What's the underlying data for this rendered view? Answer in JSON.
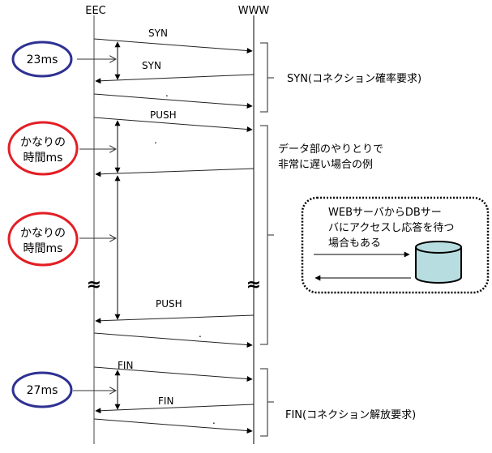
{
  "diagram": {
    "type": "sequence",
    "lifelines": [
      {
        "id": "eec",
        "label": "EEC"
      },
      {
        "id": "www",
        "label": "WWW"
      }
    ],
    "messages": [
      {
        "label": "SYN",
        "direction": "right"
      },
      {
        "label": "SYN",
        "direction": "left"
      },
      {
        "label": ".",
        "direction": "right"
      },
      {
        "label": "PUSH",
        "direction": "right"
      },
      {
        "label": ".",
        "direction": "left"
      },
      {
        "label": "PUSH",
        "direction": "left"
      },
      {
        "label": ".",
        "direction": "right"
      },
      {
        "label": "FIN",
        "direction": "right"
      },
      {
        "label": "FIN",
        "direction": "left"
      },
      {
        "label": ".",
        "direction": "right"
      }
    ],
    "timing_callouts": [
      {
        "text_lines": [
          "23ms"
        ],
        "color": "#2e3192"
      },
      {
        "text_lines": [
          "かなりの",
          "時間ms"
        ],
        "color": "#e31e24"
      },
      {
        "text_lines": [
          "かなりの",
          "時間ms"
        ],
        "color": "#e31e24"
      },
      {
        "text_lines": [
          "27ms"
        ],
        "color": "#2e3192"
      }
    ],
    "braces": [
      {
        "text_lines": [
          "SYN(コネクション確率要求)"
        ]
      },
      {
        "text_lines": [
          "データ部のやりとりで",
          "非常に遅い場合の例"
        ]
      },
      {
        "text_lines": [
          "FIN(コネクション解放要求)"
        ]
      }
    ],
    "break_symbol": "≈",
    "db_note": {
      "text_lines": [
        "WEBサーバからDBサー",
        "バにアクセスし応答を待つ",
        "場合もある"
      ],
      "cylinder_color": "#b7dde0"
    }
  }
}
